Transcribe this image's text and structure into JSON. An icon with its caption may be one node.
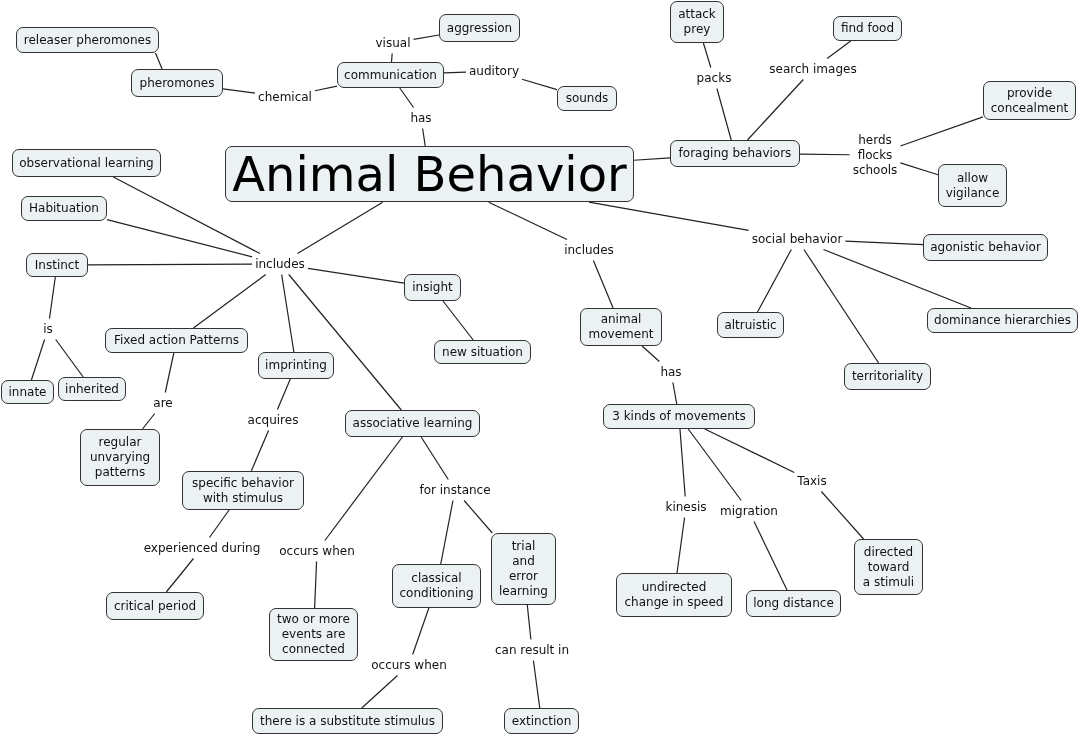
{
  "diagram": {
    "nodes": [
      {
        "text": [
          "releaser pheromones"
        ]
      },
      {
        "text": [
          "aggression"
        ]
      },
      {
        "text": [
          "attack prey"
        ]
      },
      {
        "text": [
          "find food"
        ]
      },
      {
        "text": [
          "visual"
        ]
      },
      {
        "text": [
          "pheromones"
        ]
      },
      {
        "text": [
          "communication"
        ]
      },
      {
        "text": [
          "auditory"
        ]
      },
      {
        "text": [
          "chemical"
        ]
      },
      {
        "text": [
          "search images"
        ]
      },
      {
        "text": [
          "packs"
        ]
      },
      {
        "text": [
          "provide concealment"
        ]
      },
      {
        "text": [
          "sounds"
        ]
      },
      {
        "text": [
          "has"
        ]
      },
      {
        "text": [
          "foraging behaviors"
        ]
      },
      {
        "text": [
          "herds flocks schools"
        ]
      },
      {
        "text": [
          "observational learning"
        ]
      },
      {
        "text": [
          "Animal Behavior"
        ]
      },
      {
        "text": [
          "allow vigilance"
        ]
      },
      {
        "text": [
          "Habituation"
        ]
      },
      {
        "text": [
          "social behavior"
        ]
      },
      {
        "text": [
          "agonistic behavior"
        ]
      },
      {
        "text": [
          "includes"
        ]
      },
      {
        "text": [
          "Instinct"
        ]
      },
      {
        "text": [
          "includes"
        ]
      },
      {
        "text": [
          "insight"
        ]
      },
      {
        "text": [
          "animal movement"
        ]
      },
      {
        "text": [
          "altruistic"
        ]
      },
      {
        "text": [
          "dominance hierarchies"
        ]
      },
      {
        "text": [
          "is"
        ]
      },
      {
        "text": [
          "Fixed action Patterns"
        ]
      },
      {
        "text": [
          "new situation"
        ]
      },
      {
        "text": [
          "imprinting"
        ]
      },
      {
        "text": [
          "territoriality"
        ]
      },
      {
        "text": [
          "has"
        ]
      },
      {
        "text": [
          "innate"
        ]
      },
      {
        "text": [
          "inherited"
        ]
      },
      {
        "text": [
          "are"
        ]
      },
      {
        "text": [
          "3 kinds of movements"
        ]
      },
      {
        "text": [
          "associative learning"
        ]
      },
      {
        "text": [
          "acquires"
        ]
      },
      {
        "text": [
          "regular unvarying patterns"
        ]
      },
      {
        "text": [
          "specific behavior with stimulus"
        ]
      },
      {
        "text": [
          "Taxis"
        ]
      },
      {
        "text": [
          "for instance"
        ]
      },
      {
        "text": [
          "kinesis"
        ]
      },
      {
        "text": [
          "migration"
        ]
      },
      {
        "text": [
          "trial and error learning"
        ]
      },
      {
        "text": [
          "directed toward a stimuli"
        ]
      },
      {
        "text": [
          "experienced during"
        ]
      },
      {
        "text": [
          "occurs when"
        ]
      },
      {
        "text": [
          "classical conditioning"
        ]
      },
      {
        "text": [
          "undirected change in speed"
        ]
      },
      {
        "text": [
          "long distance"
        ]
      },
      {
        "text": [
          "critical period"
        ]
      },
      {
        "text": [
          "two or more events are connected"
        ]
      },
      {
        "text": [
          "can result in"
        ]
      },
      {
        "text": [
          "occurs when"
        ]
      },
      {
        "text": [
          "there is a substitute stimulus"
        ]
      },
      {
        "text": [
          "extinction"
        ]
      }
    ],
    "edges": [
      {
        "from": 17,
        "to": 13,
        "arrow": "none"
      },
      {
        "from": 13,
        "to": 6,
        "arrow": "none"
      },
      {
        "from": 6,
        "to": 4,
        "arrow": "none"
      },
      {
        "from": 4,
        "to": 1,
        "arrow": "none"
      },
      {
        "from": 6,
        "to": 7,
        "arrow": "none"
      },
      {
        "from": 7,
        "to": 12,
        "arrow": "none"
      },
      {
        "from": 6,
        "to": 8,
        "arrow": "none"
      },
      {
        "from": 8,
        "to": 5,
        "arrow": "none"
      },
      {
        "from": 5,
        "to": 0,
        "arrow": "none"
      },
      {
        "from": 17,
        "to": 14,
        "arrow": "none"
      },
      {
        "from": 14,
        "to": 10,
        "arrow": "none"
      },
      {
        "from": 10,
        "to": 2,
        "arrow": "none"
      },
      {
        "from": 14,
        "to": 9,
        "arrow": "none"
      },
      {
        "from": 9,
        "to": 3,
        "arrow": "none"
      },
      {
        "from": 14,
        "to": 15,
        "arrow": "none"
      },
      {
        "from": 15,
        "to": 11,
        "arrow": "none"
      },
      {
        "from": 15,
        "to": 18,
        "arrow": "none"
      },
      {
        "from": 17,
        "to": 20,
        "arrow": "none"
      },
      {
        "from": 20,
        "to": 21,
        "arrow": "none"
      },
      {
        "from": 20,
        "to": 27,
        "arrow": "none"
      },
      {
        "from": 20,
        "to": 33,
        "arrow": "none"
      },
      {
        "from": 20,
        "to": 28,
        "arrow": "none"
      },
      {
        "from": 17,
        "to": 22,
        "arrow": "none"
      },
      {
        "from": 22,
        "to": 26,
        "arrow": "none"
      },
      {
        "from": 26,
        "to": 34,
        "arrow": "none"
      },
      {
        "from": 34,
        "to": 38,
        "arrow": "none"
      },
      {
        "from": 38,
        "to": 45,
        "arrow": "none"
      },
      {
        "from": 45,
        "to": 52,
        "arrow": "none"
      },
      {
        "from": 38,
        "to": 46,
        "arrow": "none"
      },
      {
        "from": 46,
        "to": 53,
        "arrow": "none"
      },
      {
        "from": 38,
        "to": 43,
        "arrow": "none"
      },
      {
        "from": 43,
        "to": 48,
        "arrow": "none"
      },
      {
        "from": 17,
        "to": 24,
        "arrow": "none"
      },
      {
        "from": 24,
        "to": 16,
        "arrow": "none"
      },
      {
        "from": 24,
        "to": 19,
        "arrow": "none"
      },
      {
        "from": 24,
        "to": 23,
        "arrow": "none"
      },
      {
        "from": 24,
        "to": 25,
        "arrow": "none"
      },
      {
        "from": 24,
        "to": 30,
        "arrow": "none"
      },
      {
        "from": 24,
        "to": 32,
        "arrow": "none"
      },
      {
        "from": 24,
        "to": 39,
        "arrow": "none"
      },
      {
        "from": 23,
        "to": 29,
        "arrow": "none"
      },
      {
        "from": 29,
        "to": 35,
        "arrow": "none"
      },
      {
        "from": 29,
        "to": 36,
        "arrow": "none"
      },
      {
        "from": 25,
        "to": 31,
        "arrow": "none"
      },
      {
        "from": 30,
        "to": 37,
        "arrow": "none"
      },
      {
        "from": 37,
        "to": 41,
        "arrow": "none"
      },
      {
        "from": 32,
        "to": 40,
        "arrow": "none"
      },
      {
        "from": 40,
        "to": 42,
        "arrow": "none"
      },
      {
        "from": 42,
        "to": 49,
        "arrow": "none"
      },
      {
        "from": 49,
        "to": 54,
        "arrow": "none"
      },
      {
        "from": 39,
        "to": 50,
        "arrow": "none"
      },
      {
        "from": 50,
        "to": 55,
        "arrow": "none"
      },
      {
        "from": 39,
        "to": 44,
        "arrow": "none"
      },
      {
        "from": 44,
        "to": 51,
        "arrow": "none"
      },
      {
        "from": 44,
        "to": 47,
        "arrow": "none"
      },
      {
        "from": 51,
        "to": 57,
        "arrow": "none"
      },
      {
        "from": 57,
        "to": 58,
        "arrow": "none"
      },
      {
        "from": 47,
        "to": 56,
        "arrow": "none"
      },
      {
        "from": 56,
        "to": 59,
        "arrow": "none"
      }
    ]
  }
}
